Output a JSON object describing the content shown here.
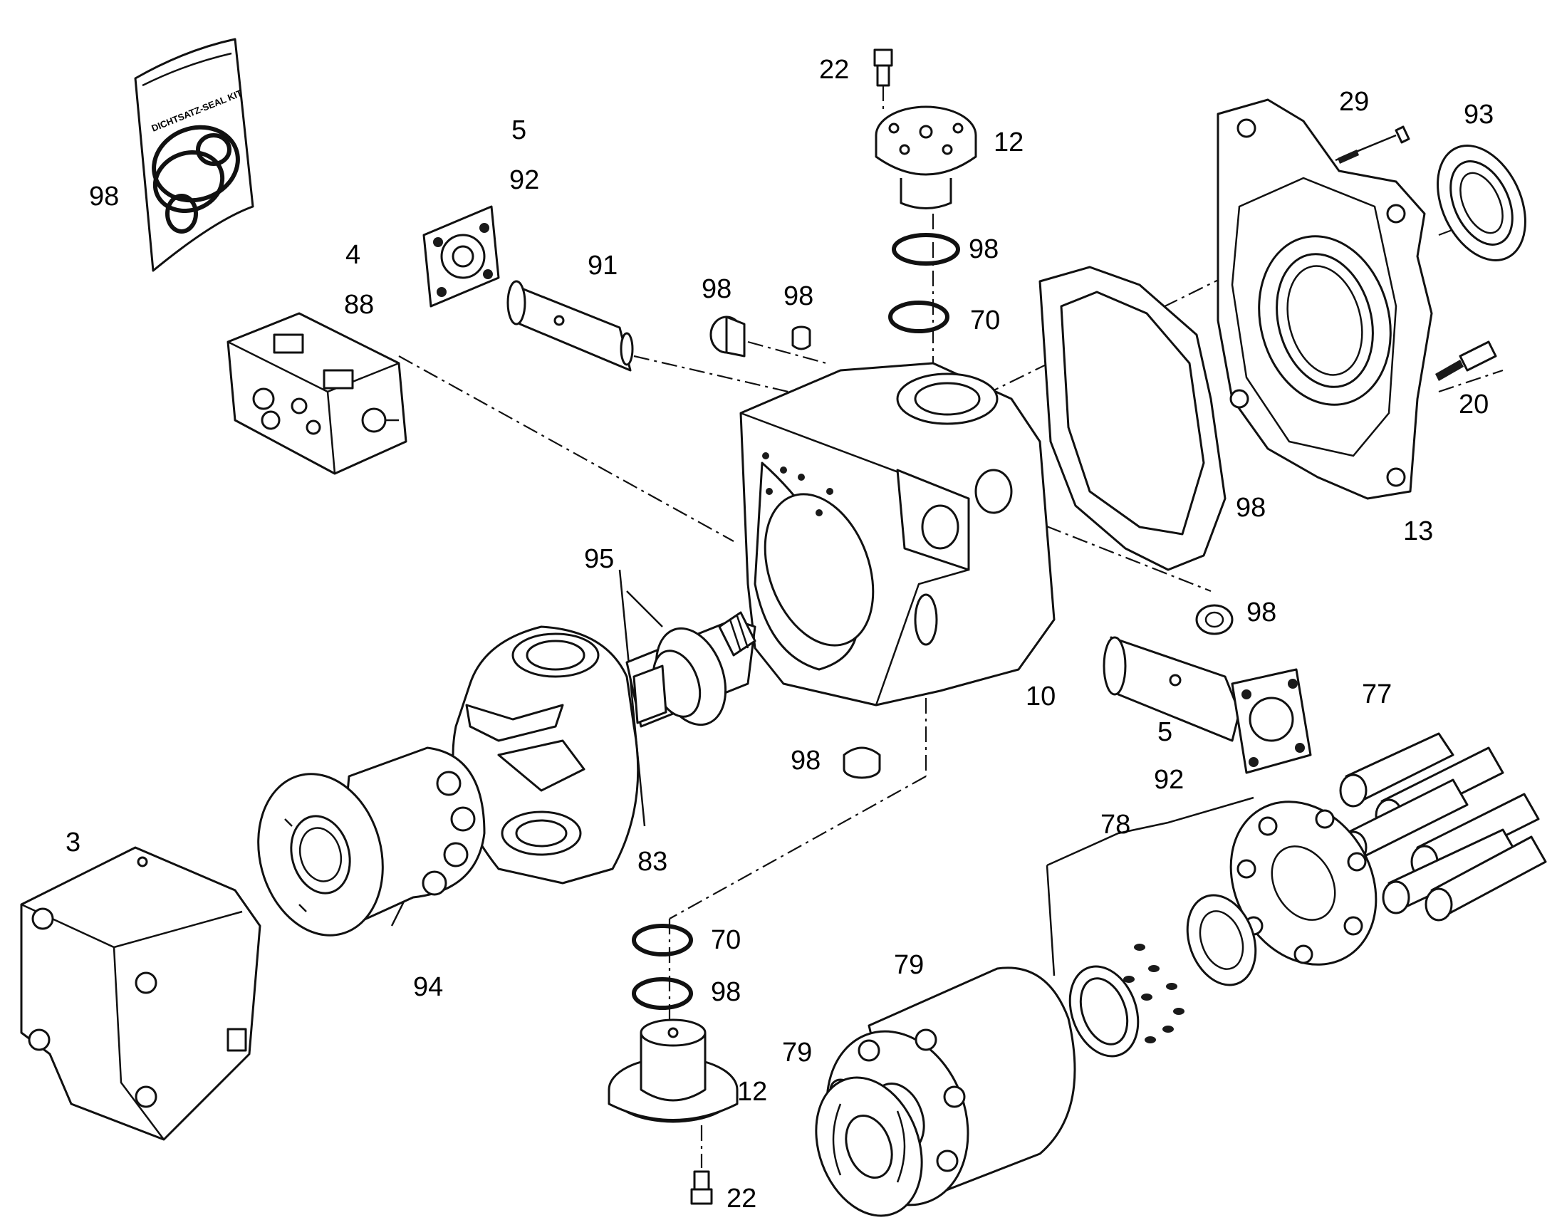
{
  "diagram": {
    "seal_kit_text": "DICHTSATZ-SEAL KIT",
    "callouts": [
      {
        "id": "c98-kit",
        "text": "98"
      },
      {
        "id": "c5-top",
        "text": "5"
      },
      {
        "id": "c92-top",
        "text": "92"
      },
      {
        "id": "c4",
        "text": "4"
      },
      {
        "id": "c88",
        "text": "88"
      },
      {
        "id": "c91",
        "text": "91"
      },
      {
        "id": "c98-plug1",
        "text": "98"
      },
      {
        "id": "c98-plug2",
        "text": "98"
      },
      {
        "id": "c22-top",
        "text": "22"
      },
      {
        "id": "c12-top",
        "text": "12"
      },
      {
        "id": "c98-ring-top",
        "text": "98"
      },
      {
        "id": "c70-top",
        "text": "70"
      },
      {
        "id": "c29",
        "text": "29"
      },
      {
        "id": "c93",
        "text": "93"
      },
      {
        "id": "c20",
        "text": "20"
      },
      {
        "id": "c98-gasket",
        "text": "98"
      },
      {
        "id": "c13",
        "text": "13"
      },
      {
        "id": "c98-plug-right",
        "text": "98"
      },
      {
        "id": "c95",
        "text": "95"
      },
      {
        "id": "c10",
        "text": "10"
      },
      {
        "id": "c5-right",
        "text": "5"
      },
      {
        "id": "c92-right",
        "text": "92"
      },
      {
        "id": "c77",
        "text": "77"
      },
      {
        "id": "c98-plug-bottom",
        "text": "98"
      },
      {
        "id": "c83",
        "text": "83"
      },
      {
        "id": "c78",
        "text": "78"
      },
      {
        "id": "c3",
        "text": "3"
      },
      {
        "id": "c94",
        "text": "94"
      },
      {
        "id": "c70-bottom",
        "text": "70"
      },
      {
        "id": "c98-ring-bottom",
        "text": "98"
      },
      {
        "id": "c79-a",
        "text": "79"
      },
      {
        "id": "c79-b",
        "text": "79"
      },
      {
        "id": "c12-bottom",
        "text": "12"
      },
      {
        "id": "c22-bottom",
        "text": "22"
      }
    ]
  }
}
